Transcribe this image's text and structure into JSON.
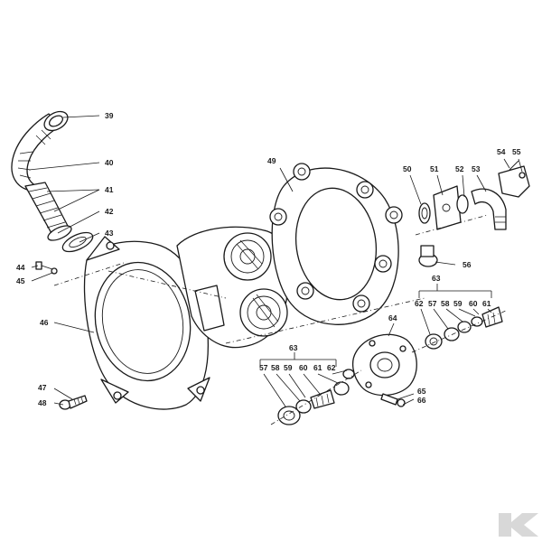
{
  "diagram": {
    "type": "exploded-parts-diagram",
    "callouts": {
      "c39": "39",
      "c40": "40",
      "c41": "41",
      "c42": "42",
      "c43": "43",
      "c44": "44",
      "c45": "45",
      "c46": "46",
      "c47": "47",
      "c48": "48",
      "c49": "49",
      "c50": "50",
      "c51": "51",
      "c52": "52",
      "c53": "53",
      "c54": "54",
      "c55": "55",
      "c56": "56",
      "c57a": "57",
      "c58a": "58",
      "c59a": "59",
      "c60a": "60",
      "c61a": "61",
      "c62a": "62",
      "c63a": "63",
      "c57b": "57",
      "c58b": "58",
      "c59b": "59",
      "c60b": "60",
      "c61b": "61",
      "c62b": "62",
      "c63b": "63",
      "c64": "64",
      "c65": "65",
      "c66": "66"
    }
  },
  "watermark": {
    "logo_letter": "K",
    "color": "#d8d8d8"
  }
}
